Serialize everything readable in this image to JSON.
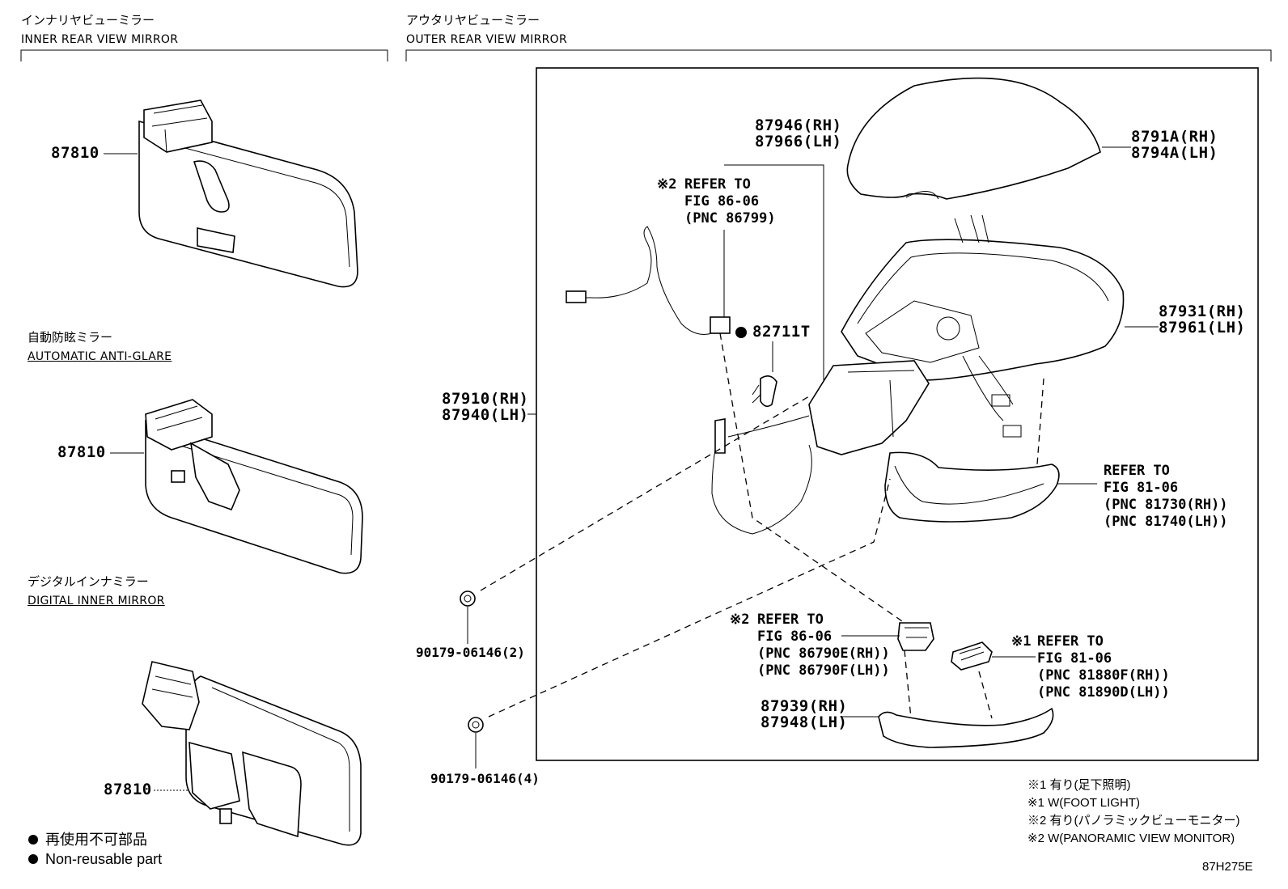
{
  "sections": {
    "inner": {
      "jp": "インナリヤビューミラー",
      "en": "INNER REAR VIEW MIRROR"
    },
    "outer": {
      "jp": "アウタリヤビューミラー",
      "en": "OUTER REAR VIEW MIRROR"
    },
    "auto": {
      "jp": "自動防眩ミラー",
      "en": "AUTOMATIC ANTI-GLARE"
    },
    "digital": {
      "jp": "デジタルインナミラー",
      "en": "DIGITAL INNER MIRROR"
    }
  },
  "parts": {
    "inner_mirror_1": "87810",
    "inner_mirror_2": "87810",
    "inner_mirror_3": "87810",
    "cover_rh": "8791A(RH)",
    "cover_lh": "8794A(LH)",
    "harness_rh": "87946(RH)",
    "harness_lh": "87966(LH)",
    "clip": "82711T",
    "outer_assy_rh": "87910(RH)",
    "outer_assy_lh": "87940(LH)",
    "body_rh": "87931(RH)",
    "body_lh": "87961(LH)",
    "cover_lower_rh": "87939(RH)",
    "cover_lower_lh": "87948(LH)",
    "screw_1": "90179-06146(2)",
    "screw_2": "90179-06146(4)"
  },
  "refs": {
    "ref_camera_wire": {
      "mark": "※2",
      "text": "REFER TO\nFIG 86-06\n(PNC 86799)"
    },
    "ref_turn_lamp": {
      "mark": "",
      "text": "REFER TO\nFIG 81-06\n(PNC 81730(RH))\n(PNC 81740(LH))"
    },
    "ref_camera": {
      "mark": "※2",
      "text": "REFER TO\nFIG 86-06\n(PNC 86790E(RH))\n(PNC 86790F(LH))"
    },
    "ref_foot_light": {
      "mark": "※1",
      "text": "REFER TO\nFIG 81-06\n(PNC 81880F(RH))\n(PNC 81890D(LH))"
    }
  },
  "notes": [
    "※1 有り(足下照明)",
    "※1 W(FOOT LIGHT)",
    "※2 有り(パノラミックビューモニター)",
    "※2 W(PANORAMIC VIEW MONITOR)"
  ],
  "legend": {
    "jp": "再使用不可部品",
    "en": "Non-reusable part"
  },
  "figure_code": "87H275E"
}
